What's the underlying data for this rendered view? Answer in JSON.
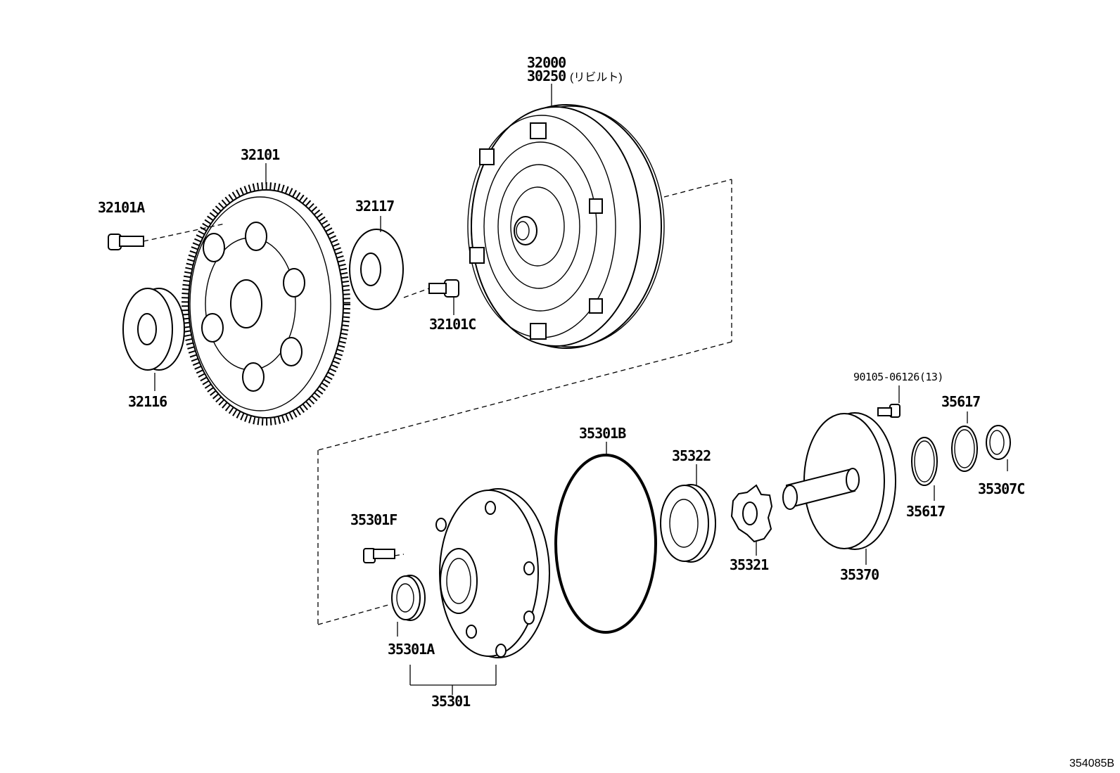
{
  "diagram_ref": "354085B",
  "labels": {
    "converter_main": "32000",
    "converter_rebuilt": "30250",
    "converter_rebuilt_note": "(リビルト)",
    "drive_plate": "32101",
    "drive_plate_bolt": "32101A",
    "rear_spacer": "32117",
    "front_spacer": "32116",
    "converter_bolt": "32101C",
    "pump_body_bolt_note": "90105-06126(13)",
    "sealing_ring_a": "35617",
    "sealing_ring_b": "35617",
    "thrust_washer": "35307C",
    "pump_o_ring": "35301B",
    "driven_gear": "35322",
    "drive_gear": "35321",
    "stator_shaft": "35370",
    "pump_bolt": "35301F",
    "oil_seal": "35301A",
    "pump_assy": "35301"
  }
}
